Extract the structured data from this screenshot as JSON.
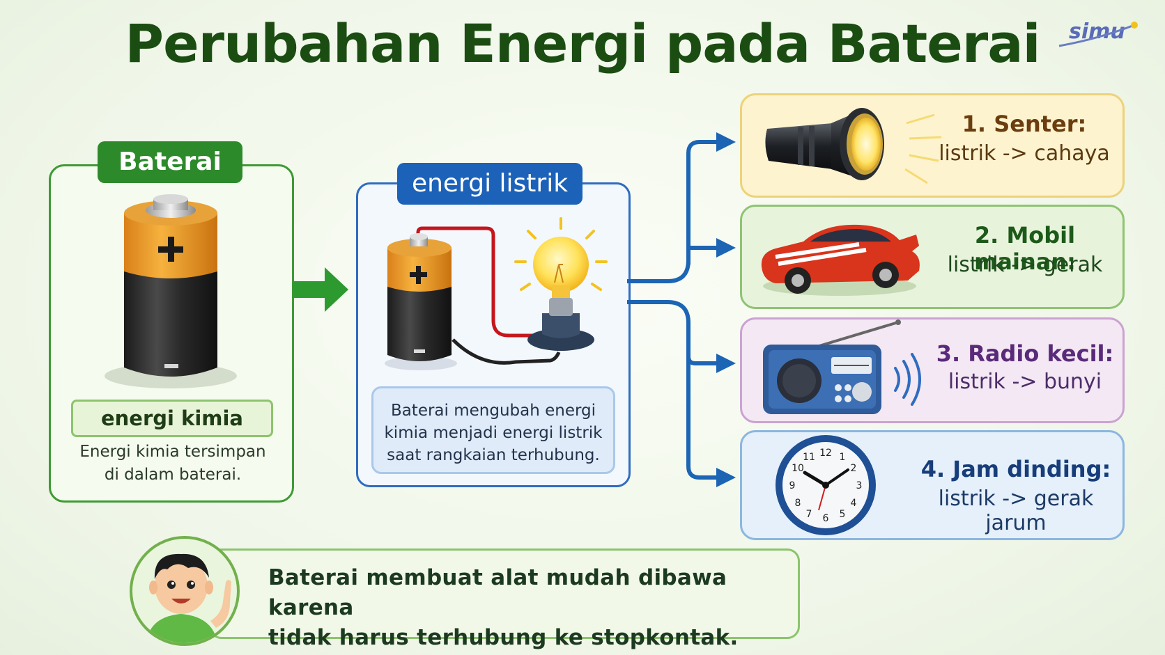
{
  "title": "Perubahan Energi pada Baterai",
  "logo": {
    "text": "simu"
  },
  "battery_card": {
    "tab": "Baterai",
    "energy_label": "energi kimia",
    "caption_lines": [
      "Energi kimia tersimpan",
      "di dalam baterai."
    ]
  },
  "electric_card": {
    "tab": "energi listrik",
    "description_lines": [
      "Baterai mengubah energi",
      "kimia menjadi energi listrik",
      "saat rangkaian terhubung."
    ]
  },
  "devices": [
    {
      "title": "1. Senter:",
      "conversion": "listrik -> cahaya",
      "title_color": "#6b3d0e",
      "text_color": "#5a3a10"
    },
    {
      "title": "2. Mobil mainan:",
      "conversion": "listrik -> gerak",
      "title_color": "#1d5a1a",
      "text_color": "#1f4a1d"
    },
    {
      "title": "3. Radio kecil:",
      "conversion": "listrik -> bunyi",
      "title_color": "#5a2a7a",
      "text_color": "#4d2c6a"
    },
    {
      "title": "4. Jam dinding:",
      "conversion": "listrik -> gerak jarum",
      "title_color": "#173d7a",
      "text_color": "#1c3a66"
    }
  ],
  "note": {
    "lines": [
      "Baterai membuat alat mudah dibawa karena",
      "tidak harus terhubung ke stopkontak."
    ]
  },
  "colors": {
    "green": "#2d8a2b",
    "blue": "#1b62b8",
    "title": "#1b4d12"
  }
}
